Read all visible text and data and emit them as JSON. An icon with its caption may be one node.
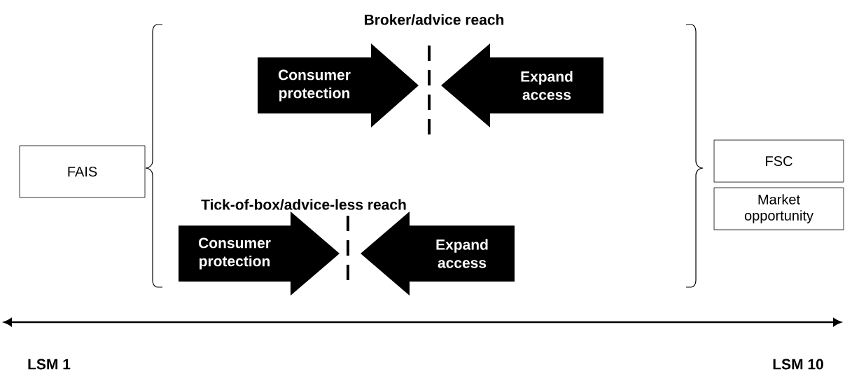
{
  "diagram": {
    "nodes": [
      {
        "text": [
          "FAIS"
        ]
      },
      {
        "text": [
          "Consumer protection"
        ]
      },
      {
        "text": [
          "Expand access"
        ]
      },
      {
        "text": [
          "Consumer protection"
        ]
      },
      {
        "text": [
          "Expand access"
        ]
      },
      {
        "text": [
          "FSC"
        ]
      },
      {
        "text": [
          "Market opportunity"
        ]
      }
    ],
    "labels": [
      "Broker/advice reach",
      "Tick-of-box/advice-less reach",
      "LSM 1",
      "LSM 10"
    ]
  }
}
